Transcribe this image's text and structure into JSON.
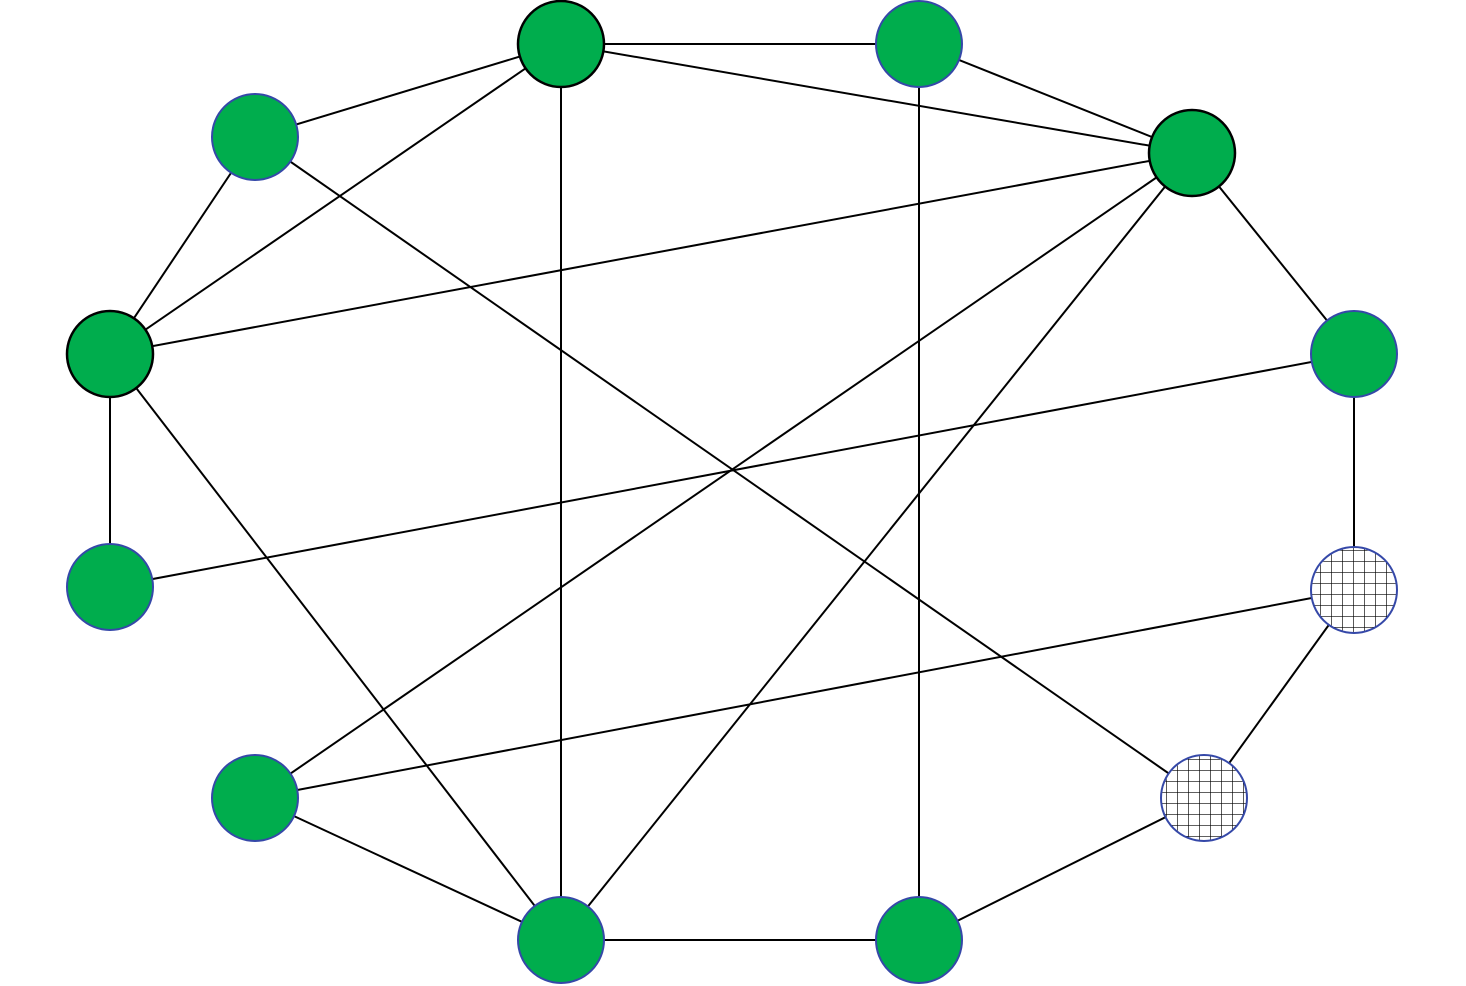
{
  "colors": {
    "node_fill": "#00ad4d",
    "edge_stroke": "#000000",
    "outline_dark": "#000000",
    "outline_blue": "#3548a8",
    "hatch_background": "#ffffff",
    "hatch_grid": "#000000"
  },
  "graph": {
    "nodes": [
      {
        "id": "n1",
        "style": "solid",
        "outline": "outline_dark"
      },
      {
        "id": "n2",
        "style": "solid",
        "outline": "outline_blue"
      },
      {
        "id": "n3",
        "style": "solid",
        "outline": "outline_dark"
      },
      {
        "id": "n4",
        "style": "solid",
        "outline": "outline_blue"
      },
      {
        "id": "n5",
        "style": "solid",
        "outline": "outline_dark"
      },
      {
        "id": "n6",
        "style": "solid",
        "outline": "outline_blue"
      },
      {
        "id": "n7",
        "style": "solid",
        "outline": "outline_blue"
      },
      {
        "id": "n8",
        "style": "solid",
        "outline": "outline_blue"
      },
      {
        "id": "n9",
        "style": "solid",
        "outline": "outline_blue"
      },
      {
        "id": "n10",
        "style": "solid",
        "outline": "outline_blue"
      },
      {
        "id": "n11",
        "style": "hatched",
        "outline": "outline_blue"
      },
      {
        "id": "n12",
        "style": "hatched",
        "outline": "outline_blue"
      }
    ],
    "edges": [
      [
        "n1",
        "n2"
      ],
      [
        "n1",
        "n3"
      ],
      [
        "n1",
        "n5"
      ],
      [
        "n1",
        "n7"
      ],
      [
        "n1",
        "n8"
      ],
      [
        "n2",
        "n3"
      ],
      [
        "n2",
        "n11"
      ],
      [
        "n3",
        "n4"
      ],
      [
        "n3",
        "n5"
      ],
      [
        "n3",
        "n8"
      ],
      [
        "n4",
        "n5"
      ],
      [
        "n4",
        "n9"
      ],
      [
        "n5",
        "n6"
      ],
      [
        "n5",
        "n8"
      ],
      [
        "n5",
        "n10"
      ],
      [
        "n6",
        "n7"
      ],
      [
        "n6",
        "n12"
      ],
      [
        "n8",
        "n9"
      ],
      [
        "n8",
        "n10"
      ],
      [
        "n9",
        "n11"
      ],
      [
        "n10",
        "n12"
      ],
      [
        "n11",
        "n12"
      ]
    ]
  }
}
